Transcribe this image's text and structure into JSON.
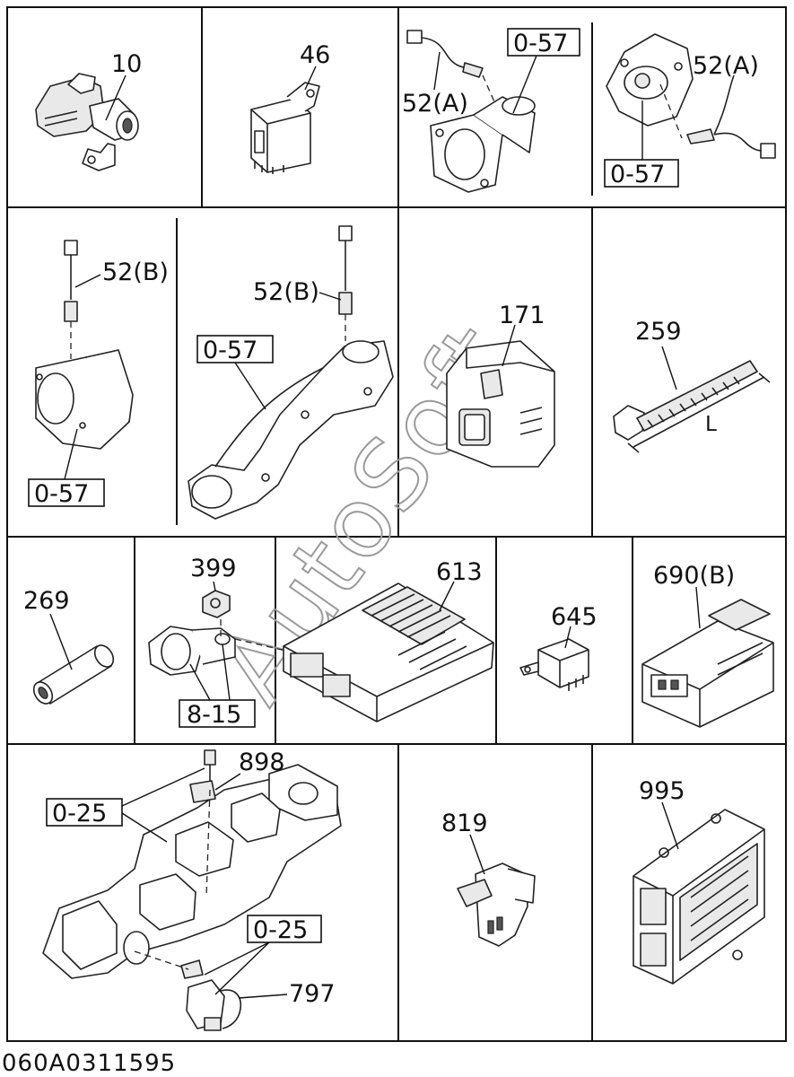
{
  "labels": {
    "p10": "10",
    "p46": "46",
    "ref_o57": "0-57",
    "p52a": "52(A)",
    "p52b": "52(B)",
    "p171": "171",
    "p259": "259",
    "dim_L": "L",
    "p269": "269",
    "p399": "399",
    "ref_815": "8-15",
    "p613": "613",
    "p645": "645",
    "p690b": "690(B)",
    "p898": "898",
    "ref_o25": "0-25",
    "p797": "797",
    "p819": "819",
    "p995": "995"
  },
  "watermark": "AutoSoft",
  "footer": {
    "code": "060A0311595"
  }
}
